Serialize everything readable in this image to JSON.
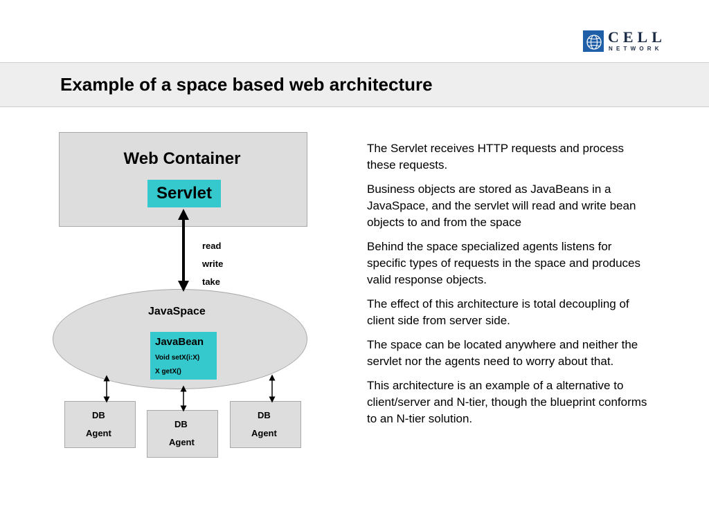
{
  "logo": {
    "icon": "globe-icon",
    "word": "CELL",
    "subword": "NETWORK"
  },
  "title": "Example of a space based web architecture",
  "diagram": {
    "web_container": "Web Container",
    "servlet": "Servlet",
    "operations": [
      "read",
      "write",
      "take"
    ],
    "javaspace": "JavaSpace",
    "javabean": {
      "title": "JavaBean",
      "methods": [
        "Void setX(i:X)",
        "X getX()"
      ]
    },
    "agents": [
      {
        "line1": "DB",
        "line2": "Agent"
      },
      {
        "line1": "DB",
        "line2": "Agent"
      },
      {
        "line1": "DB",
        "line2": "Agent"
      }
    ]
  },
  "explanation": [
    "The Servlet receives HTTP requests and process these requests.",
    "Business objects are stored as JavaBeans in a JavaSpace, and the servlet will read and write bean objects to and from the space",
    "Behind the space specialized agents listens for specific types of requests in the space and produces valid response objects.",
    "The effect of this architecture is total decoupling of client side from server side.",
    "The space can be located anywhere and neither the servlet nor the agents need to worry about that.",
    "This architecture is an example of a alternative to client/server and N-tier, though the blueprint conforms to an N-tier solution."
  ],
  "colors": {
    "accent": "#35c8cc",
    "box_fill": "#dddddd",
    "title_bar": "#eeeeee",
    "logo_blue": "#1f5fa8"
  }
}
